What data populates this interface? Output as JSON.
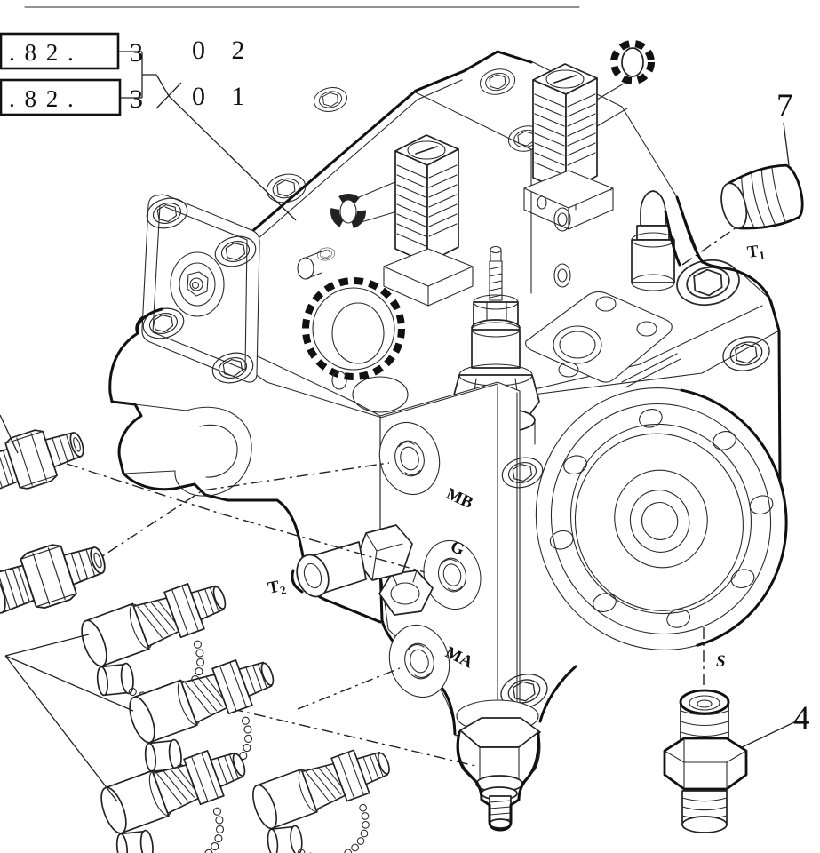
{
  "figure": {
    "background": "#ffffff",
    "line_color": "#1f1f1f"
  },
  "reference_tags": {
    "row1": {
      "boxed_code": ". 8 2 .",
      "section": "3",
      "sheet": "0 2"
    },
    "row2": {
      "boxed_code": ". 8 2 .",
      "section": "3",
      "sheet": "0 1"
    }
  },
  "callouts": {
    "part_7": "7",
    "part_4": "4"
  },
  "port_labels": {
    "t1_base": "T",
    "t1_sub": "1",
    "t2_base": "T",
    "t2_sub": "2",
    "mb": "MB",
    "g": "G",
    "ma": "MA",
    "s": "S"
  }
}
